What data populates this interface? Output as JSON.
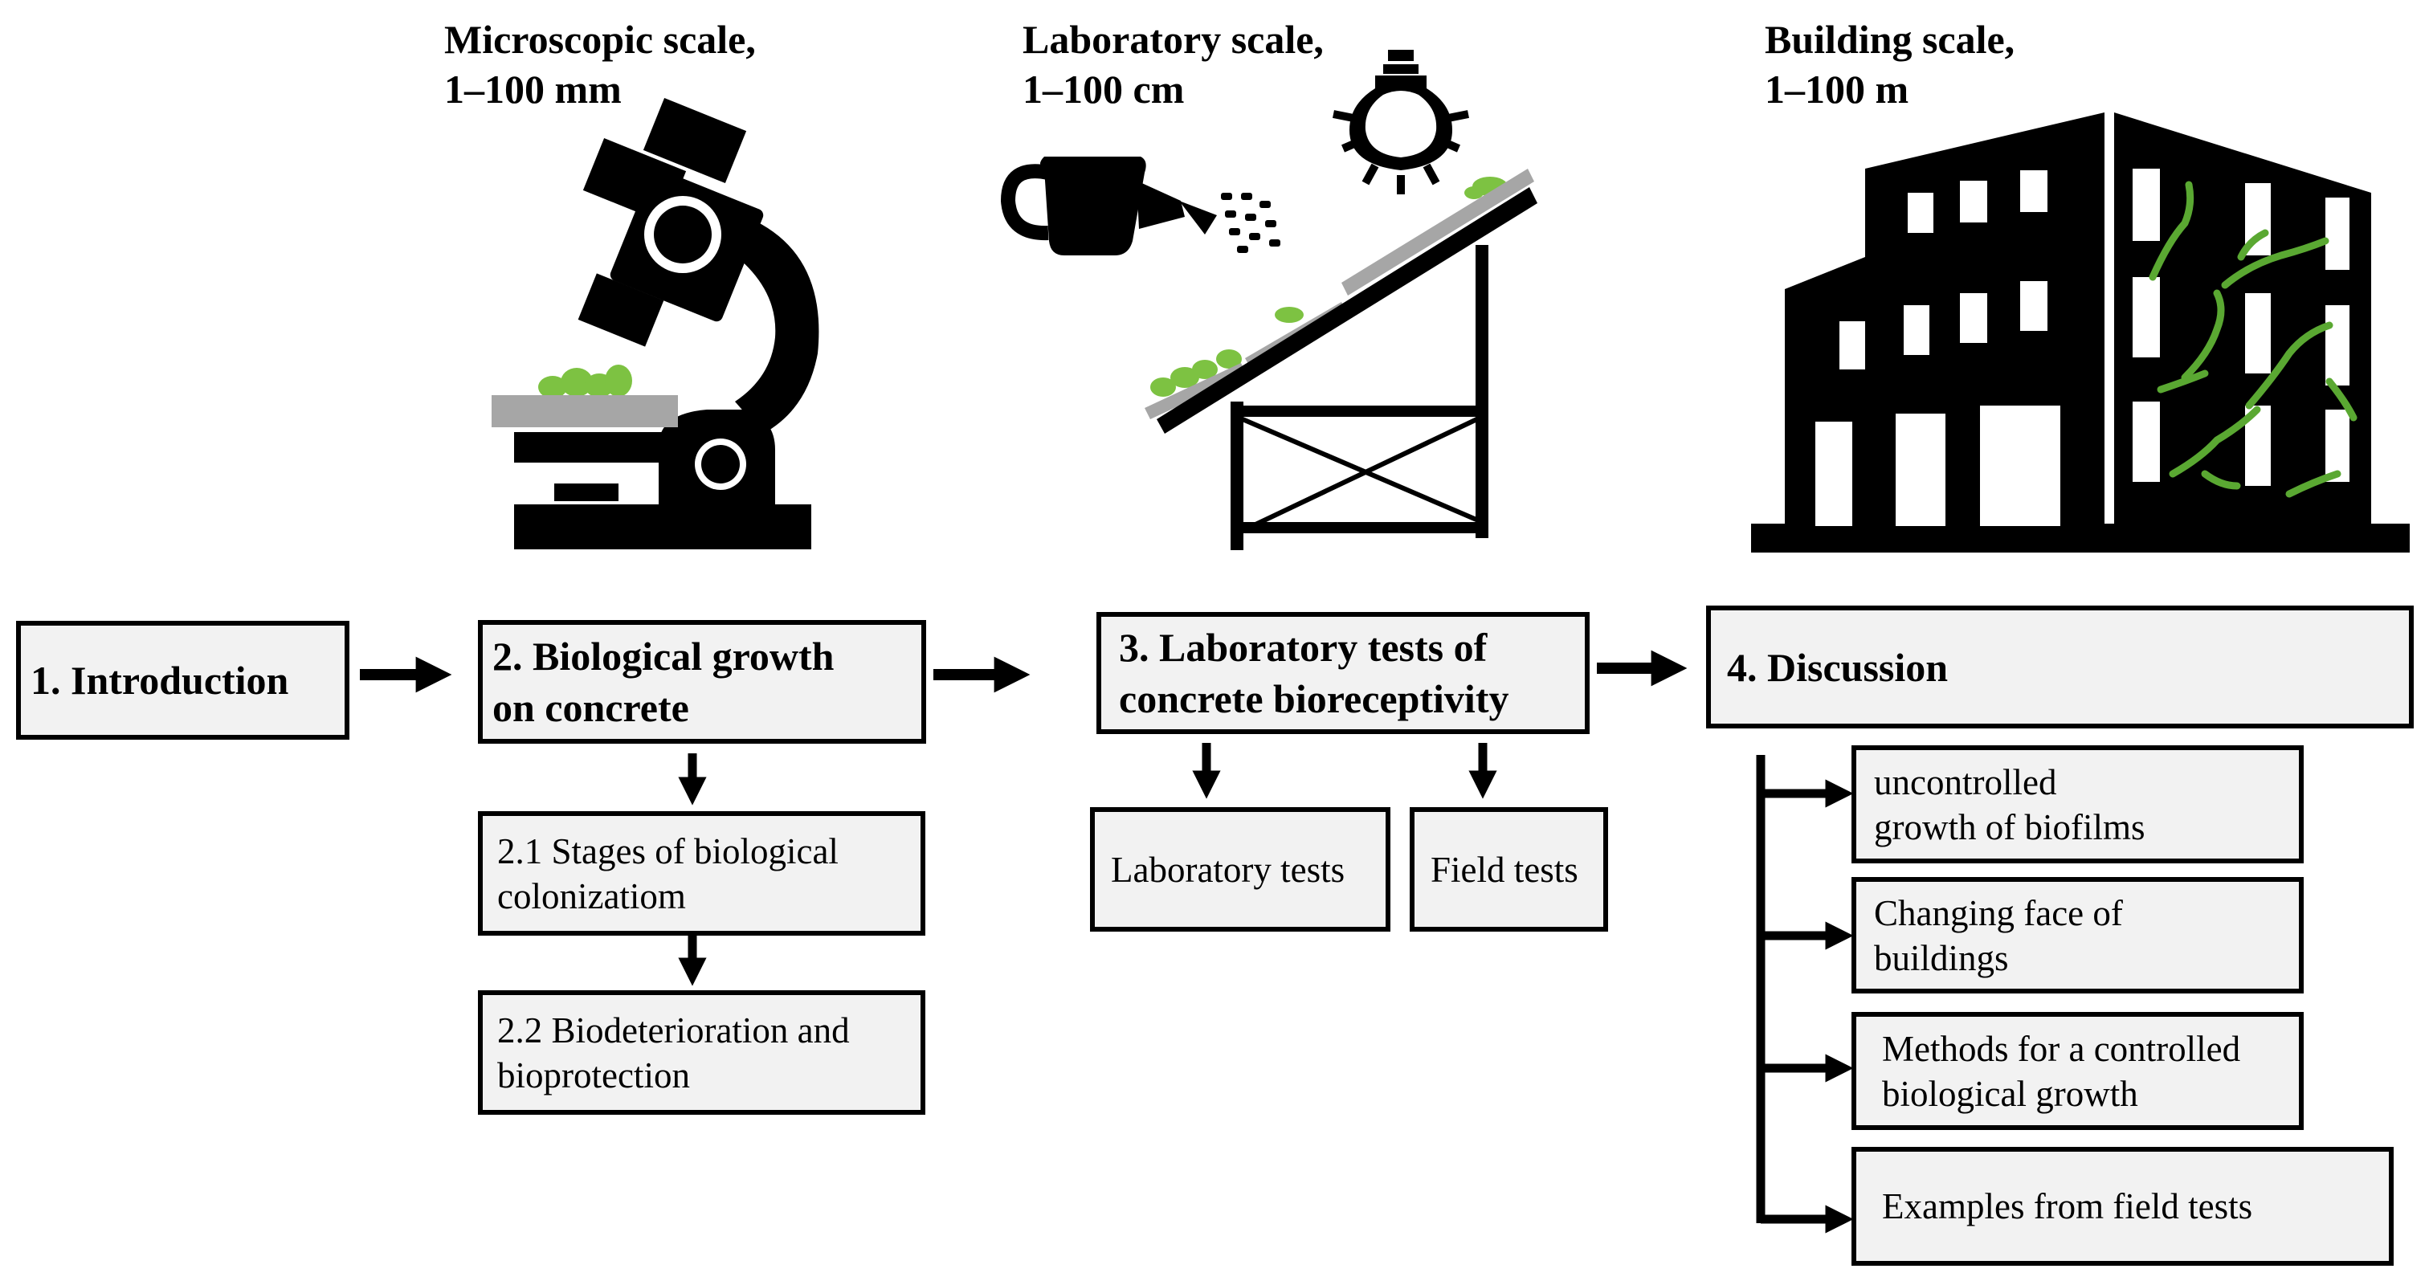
{
  "scales": {
    "microscopic": {
      "line1": "Microscopic scale,",
      "line2": "1–100 mm"
    },
    "laboratory": {
      "line1": "Laboratory scale,",
      "line2": "1–100 cm"
    },
    "building": {
      "line1": "Building scale,",
      "line2": "1–100 m"
    }
  },
  "sections": {
    "introduction": "1. Introduction",
    "biological_growth": {
      "line1": "2. Biological growth",
      "line2": "on concrete"
    },
    "stages": {
      "line1": "2.1 Stages of biological",
      "line2": "colonizatiom"
    },
    "biodeterioration": {
      "line1": "2.2 Biodeterioration and",
      "line2": "bioprotection"
    },
    "lab_tests": {
      "line1": "3. Laboratory tests of",
      "line2": "concrete bioreceptivity"
    },
    "laboratory_tests": "Laboratory tests",
    "field_tests": "Field tests",
    "discussion": "4. Discussion",
    "uncontrolled": {
      "line1": "uncontrolled",
      "line2": "growth of biofilms"
    },
    "changing_face": {
      "line1": "Changing face of",
      "line2": "buildings"
    },
    "methods": {
      "line1": "Methods for a controlled",
      "line2": "biological growth"
    },
    "examples": "Examples from field tests"
  },
  "colors": {
    "ink": "#000000",
    "box_fill": "#f2f2f2",
    "growth_green": "#7dc242",
    "concrete_gray": "#a6a6a6"
  },
  "icons": [
    "microscope-icon",
    "watering-can-icon",
    "light-bulb-icon",
    "inclined-test-rack-icon",
    "building-icon"
  ]
}
